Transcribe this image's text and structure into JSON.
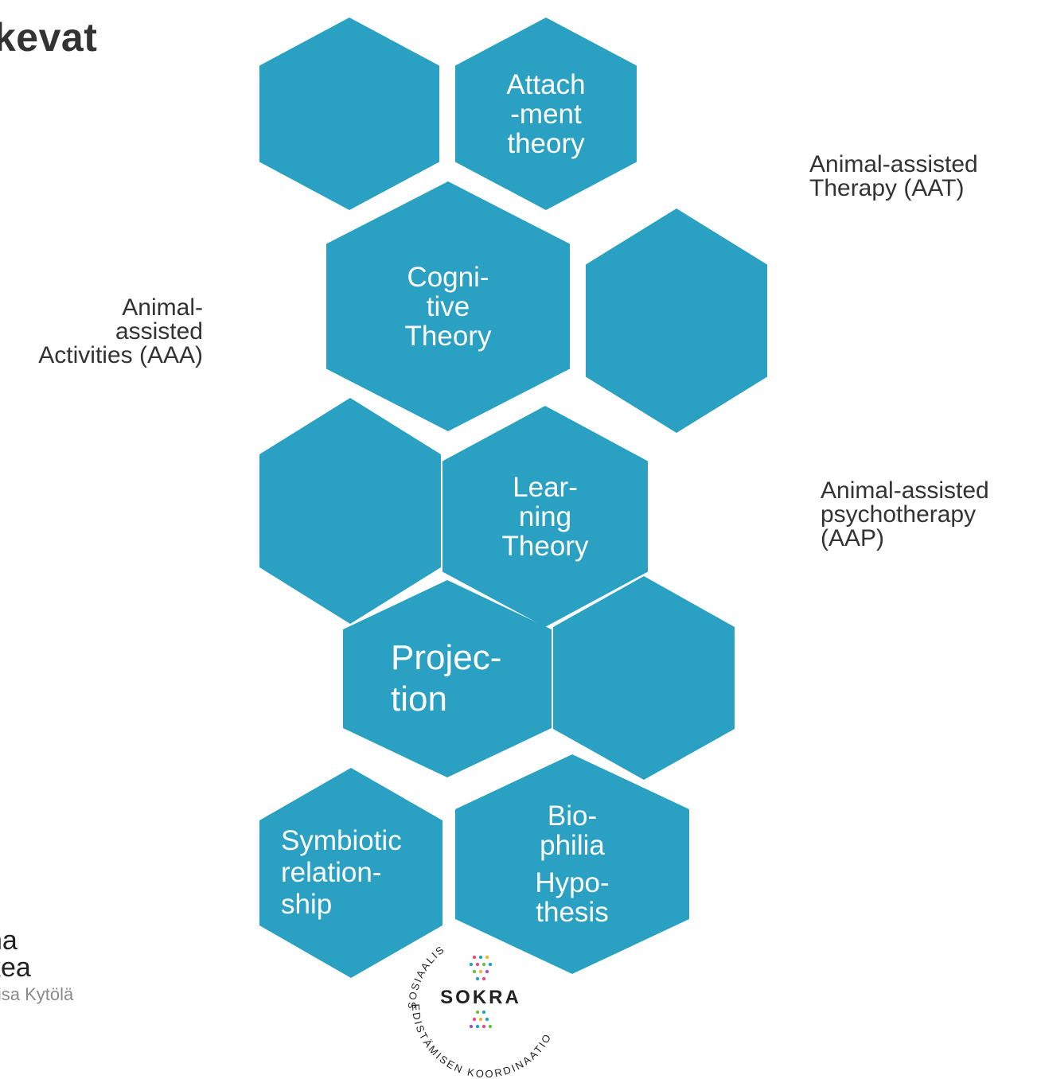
{
  "title": "kevat",
  "colors": {
    "hex_fill": "#2aa0c2",
    "text_on_hex": "#ffffff"
  },
  "side_labels": {
    "aat": [
      "Animal-assisted",
      "Therapy (AAT)"
    ],
    "aaa": [
      "Animal-",
      "assisted",
      "Activities (AAA)"
    ],
    "aap": [
      "Animal-assisted",
      "psychotherapy",
      "(AAP)"
    ]
  },
  "hexagons": {
    "attachment": [
      "Attach",
      "-ment",
      "theory"
    ],
    "cognitive": [
      "Cogni-",
      "tive",
      "Theory"
    ],
    "learning": [
      "Lear-",
      "ning",
      "Theory"
    ],
    "projection": [
      "Projec-",
      "tion"
    ],
    "symbiotic": [
      "Symbiotic",
      "relation-",
      "ship"
    ],
    "biophilia": [
      "Bio-",
      "philia",
      "Hypo-",
      "thesis"
    ]
  },
  "author": {
    "line1": "na",
    "line2": "kea",
    "line3": "iisa Kytölä"
  },
  "logo": {
    "name": "SOKRA",
    "arc_top": "SOSIAALIS",
    "arc_bottom": "EDISTÄMISEN KOORDINAATIO"
  }
}
